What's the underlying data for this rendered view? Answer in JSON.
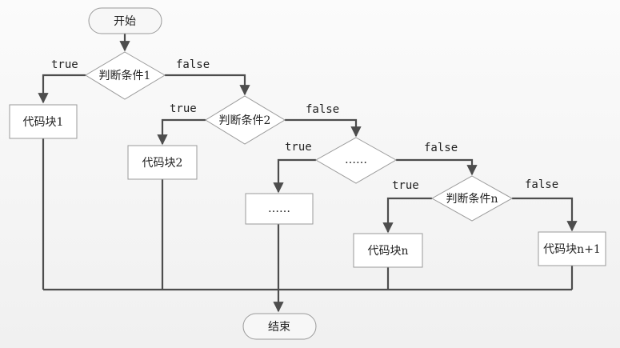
{
  "diagram": {
    "start": "开始",
    "end": "结束",
    "conditions": [
      "判断条件1",
      "判断条件2",
      "……",
      "判断条件n"
    ],
    "blocks": [
      "代码块1",
      "代码块2",
      "……",
      "代码块n",
      "代码块n+1"
    ],
    "labels": {
      "true": "true",
      "false": "false"
    }
  },
  "colors": {
    "line": "#4d4d4d",
    "border": "#9a9a9a",
    "fill": "#ffffff"
  }
}
